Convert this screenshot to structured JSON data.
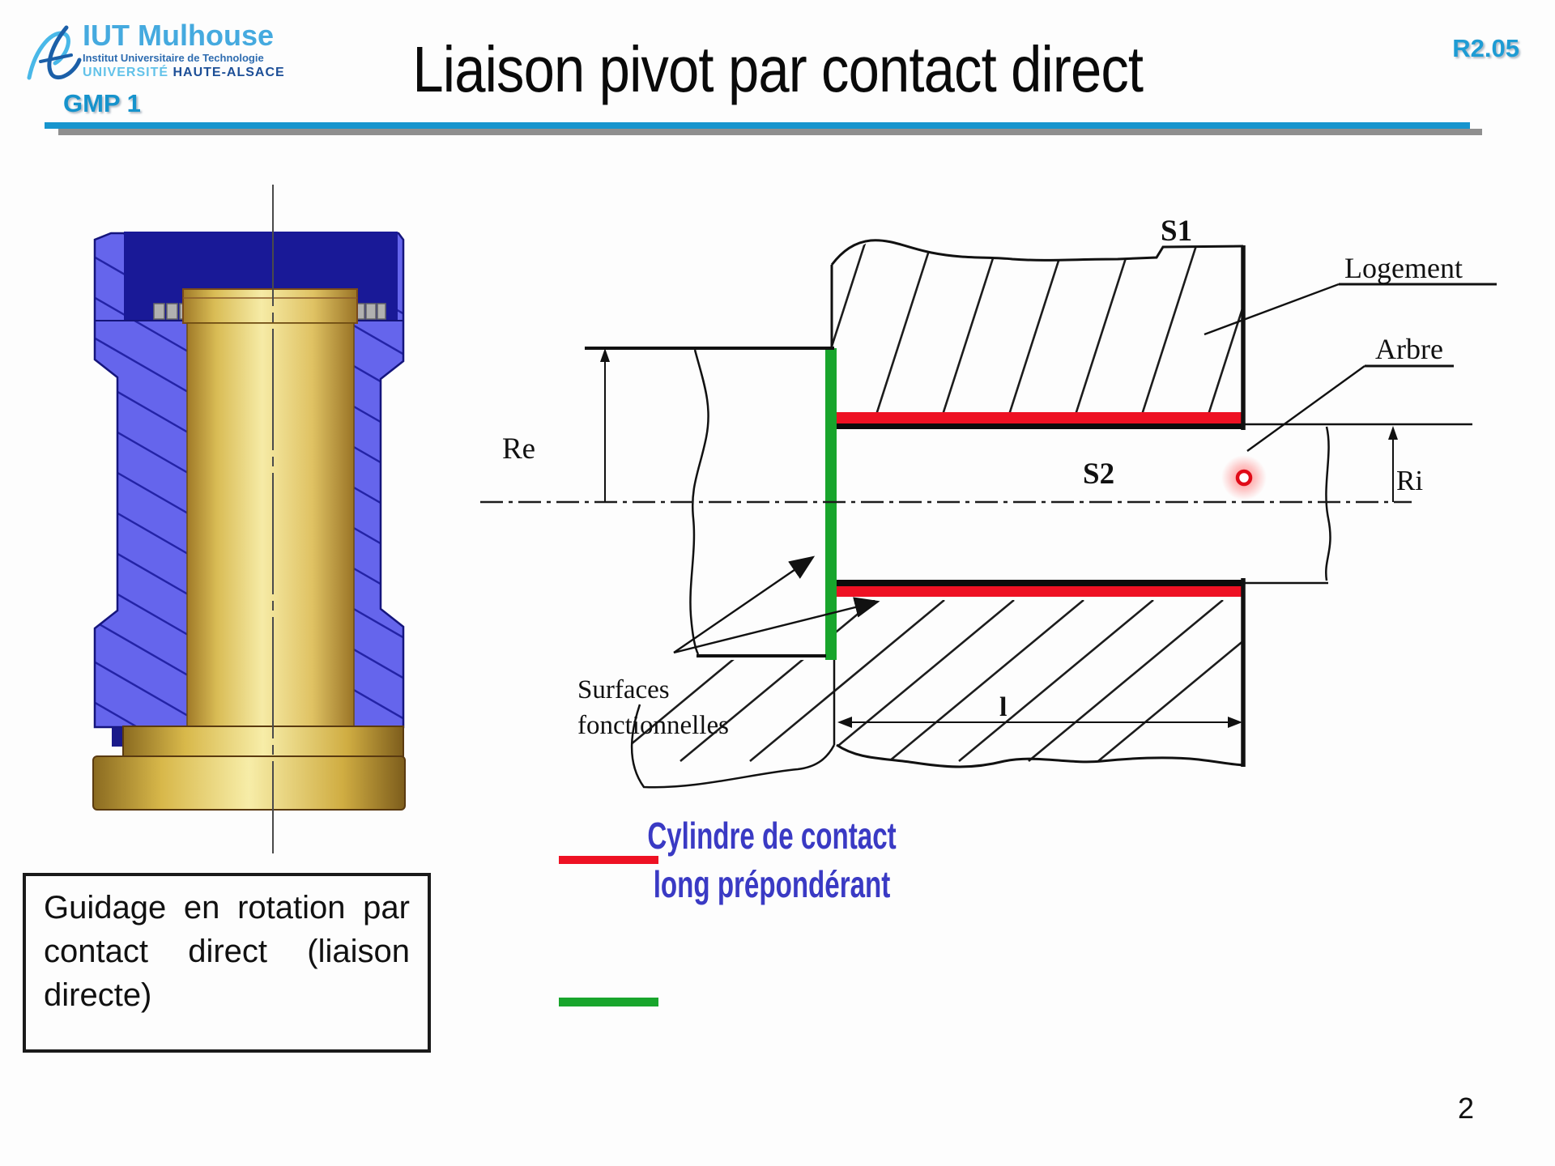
{
  "header": {
    "logo": {
      "name": "IUT Mulhouse",
      "subtitle": "Institut Universitaire de Technologie",
      "university_light": "UNIVERSITÉ",
      "university_bold": "HAUTE-ALSACE"
    },
    "course": "GMP 1",
    "code": "R2.05",
    "title": "Liaison pivot par contact direct"
  },
  "caption_box": {
    "lines": [
      "Guidage en rotation par",
      "contact direct (liaison",
      "directe)"
    ]
  },
  "diagram": {
    "labels": {
      "s1": "S1",
      "s2": "S2",
      "re": "Re",
      "ri": "Ri",
      "length": "l",
      "logement": "Logement",
      "arbre": "Arbre",
      "surfaces_line1": "Surfaces",
      "surfaces_line2": "fonctionnelles"
    }
  },
  "legend": {
    "line1": "Cylindre de contact",
    "line2": "long prépondérant",
    "red_color": "#ee1123",
    "green_color": "#18a52c",
    "text_color": "#3a3ac4"
  },
  "page_number": "2",
  "colors": {
    "brand_blue": "#1795ce",
    "housing_blue": "#6565ec",
    "hatch_blue": "#2323a6",
    "cavity_navy": "#191997",
    "shaft_gold": "#e8cf79"
  }
}
